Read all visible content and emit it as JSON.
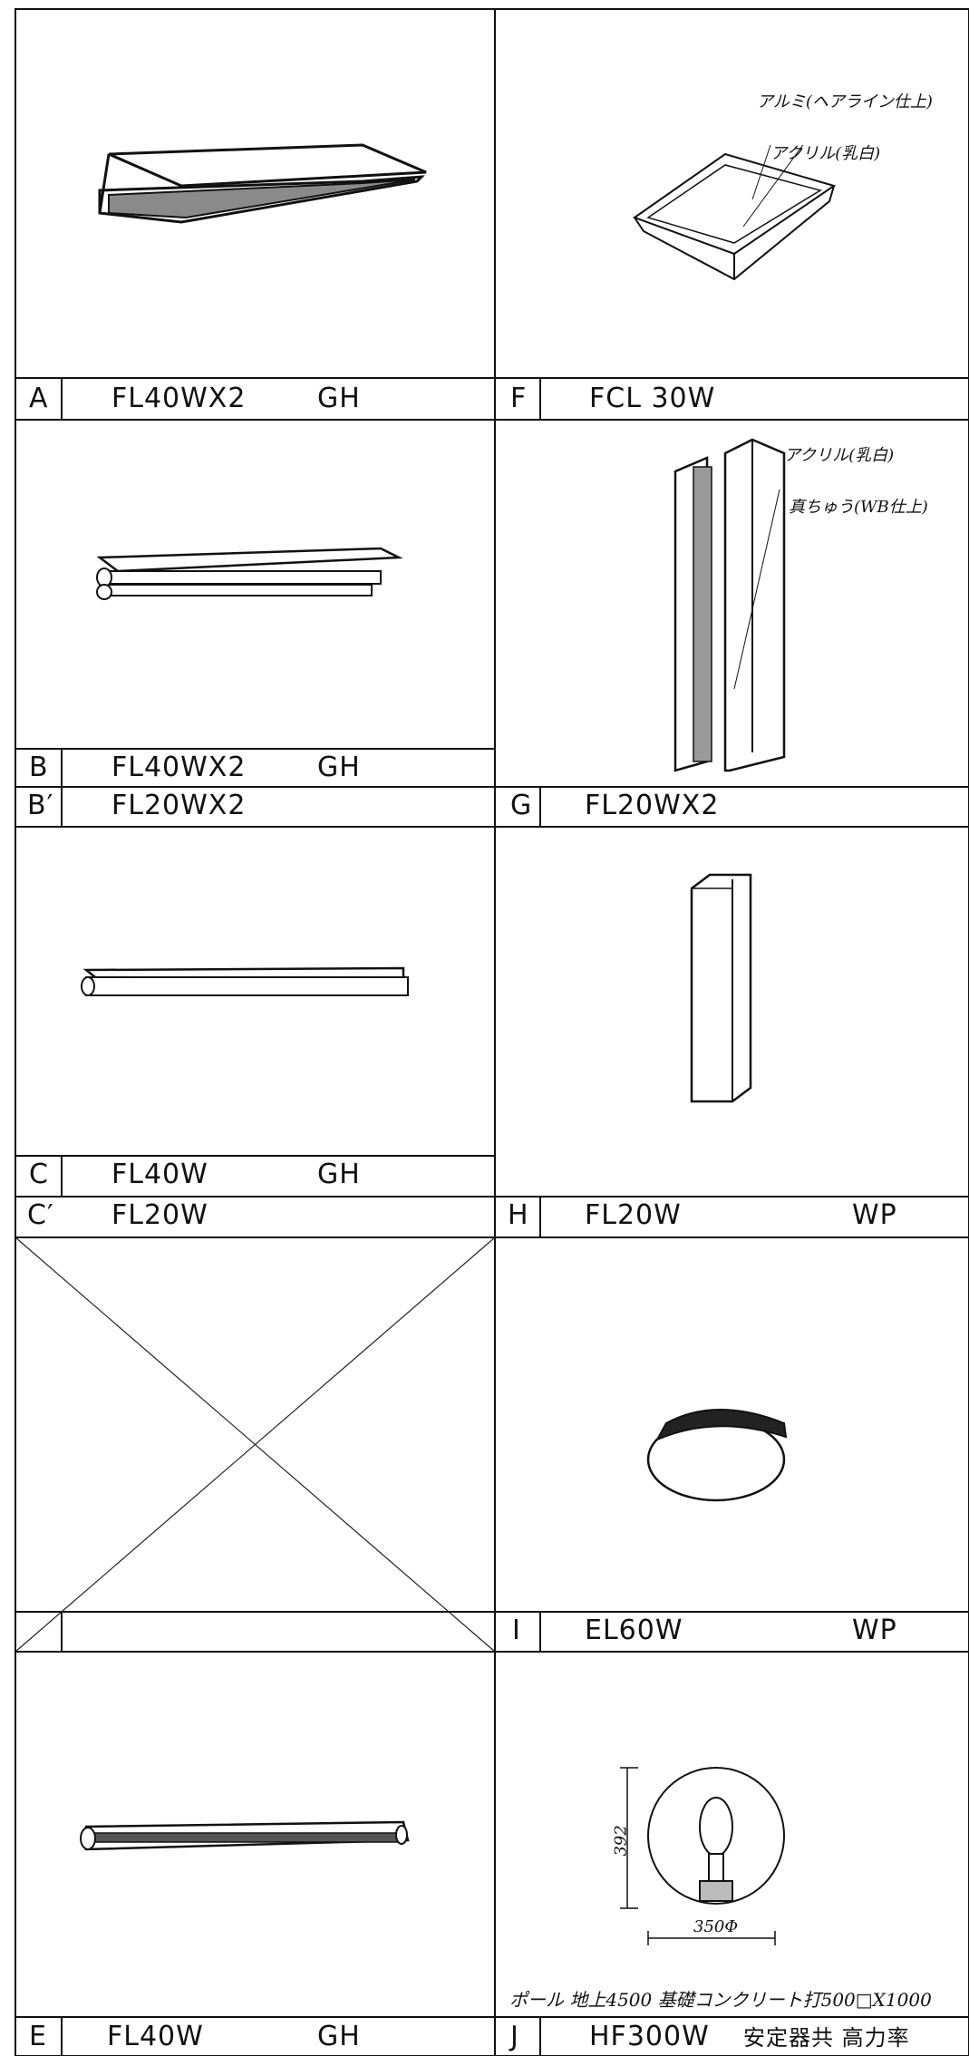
{
  "left_column": {
    "A": {
      "letter": "A",
      "model": "FL40WX2",
      "type": "GH"
    },
    "B": {
      "letter": "B",
      "model": "FL40WX2",
      "type": "GH"
    },
    "B_prime": {
      "letter": "B′",
      "model": "FL20WX2"
    },
    "C": {
      "letter": "C",
      "model": "FL40W",
      "type": "GH"
    },
    "C_prime": {
      "letter": "C′",
      "model": "FL20W"
    },
    "E": {
      "letter": "E",
      "model": "FL40W",
      "type": "GH"
    }
  },
  "right_column": {
    "F": {
      "letter": "F",
      "model": "FCL 30W",
      "notes": [
        "アルミ(ヘアライン仕上)",
        "アクリル(乳白)"
      ]
    },
    "G": {
      "letter": "G",
      "model": "FL20WX2",
      "notes": [
        "アクリル(乳白)",
        "真ちゅう(WB仕上)"
      ]
    },
    "H": {
      "letter": "H",
      "model": "FL20W",
      "type": "WP"
    },
    "I": {
      "letter": "I",
      "model": "EL60W",
      "type": "WP"
    },
    "J": {
      "letter": "J",
      "model": "HF300W",
      "extra": "安定器共 高力率",
      "pole_note": "ポール 地上4500 基礎コンクリート打500□X1000",
      "dim_height": "392",
      "dim_width": "350Φ"
    }
  },
  "colors": {
    "ink": "#111111",
    "paper": "#ffffff"
  }
}
